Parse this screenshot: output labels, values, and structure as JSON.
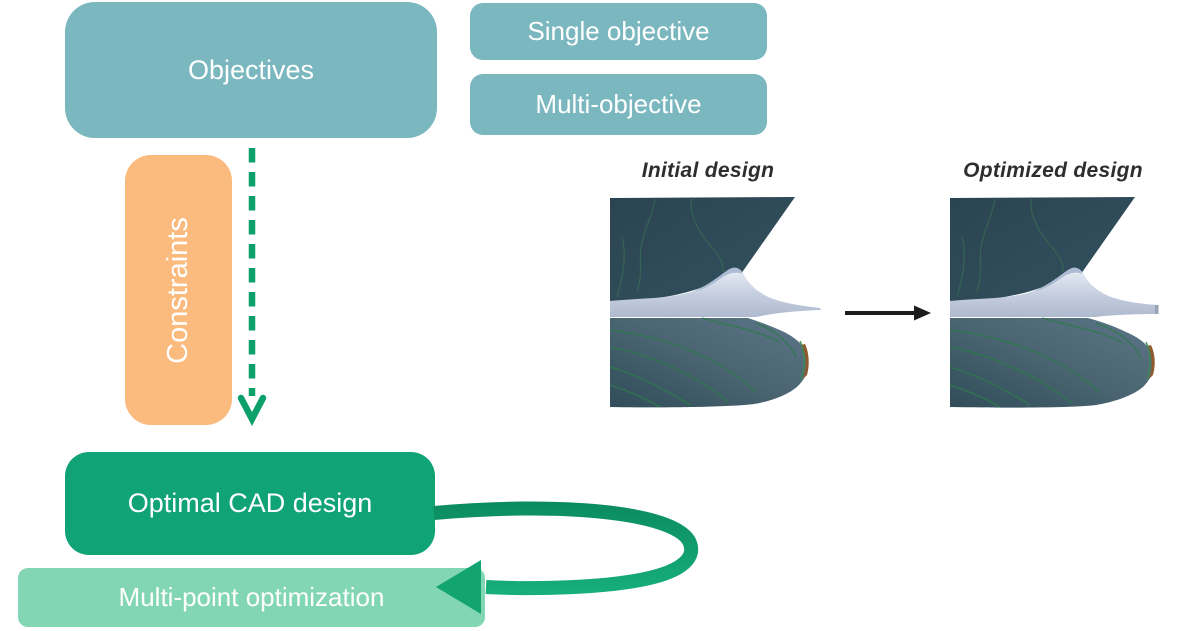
{
  "figure": {
    "boxes": {
      "objectives": {
        "label": "Objectives",
        "color": "#7AB7BF"
      },
      "single_objective": {
        "label": "Single objective",
        "color": "#7AB7BF"
      },
      "multi_objective": {
        "label": "Multi-objective",
        "color": "#7AB7BF"
      },
      "constraints": {
        "label": "Constraints",
        "color": "#FBBA7E"
      },
      "optimal_cad": {
        "label": "Optimal CAD design",
        "color": "#10A375"
      },
      "multi_point": {
        "label": "Multi-point optimization",
        "color": "#83D6B4"
      }
    },
    "captions": {
      "initial": "Initial design",
      "optimized": "Optimized design"
    },
    "arrows": {
      "dashed_down_green": "#0CA06B",
      "loop_green_dark": "#0B8B60",
      "loop_green_light": "#16AE7A",
      "black_right": "#1C1C1C"
    }
  }
}
